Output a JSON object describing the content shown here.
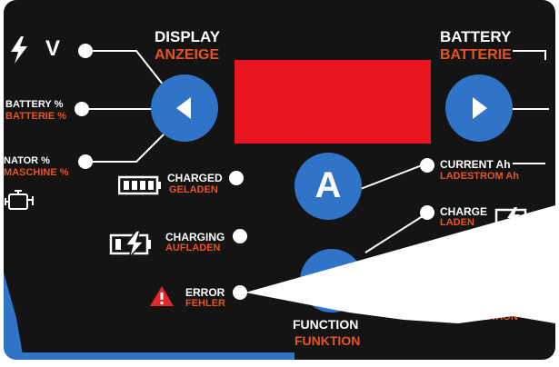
{
  "display": {
    "label_en": "DISPLAY",
    "label_de": "ANZEIGE"
  },
  "battery": {
    "label_en": "BATTERY",
    "label_de": "BATTERIE"
  },
  "left_options": {
    "voltage": {
      "label": "V"
    },
    "battery_percent": {
      "label_en": "BATTERY %",
      "label_de": "BATTERIE %"
    },
    "generator_percent": {
      "label_en": "NATOR %",
      "label_de": "MASCHINE %"
    }
  },
  "status": {
    "charged": {
      "label_en": "CHARGED",
      "label_de": "GELADEN"
    },
    "charging": {
      "label_en": "CHARGING",
      "label_de": "AUFLADEN"
    },
    "error": {
      "label_en": "ERROR",
      "label_de": "FEHLER"
    }
  },
  "current_button": {
    "letter": "A"
  },
  "current_ah": {
    "label_en": "CURRENT Ah",
    "label_de": "LADESTROM Ah"
  },
  "charge": {
    "label_en": "CHARGE",
    "label_de": "LADEN"
  },
  "regen": {
    "label_de": "REGENERATION"
  },
  "function": {
    "label_en": "FUNCTION",
    "label_de": "FUNKTION"
  },
  "colors": {
    "panel": "#141414",
    "accent_blue": "#2f74c6",
    "label_orange": "#e8541f",
    "screen_red": "#e8141f",
    "error_red": "#e3262b"
  },
  "icons": [
    "lightning-icon",
    "left-arrow-icon",
    "right-arrow-icon",
    "engine-icon",
    "battery-full-icon",
    "battery-charging-icon",
    "warning-icon"
  ]
}
